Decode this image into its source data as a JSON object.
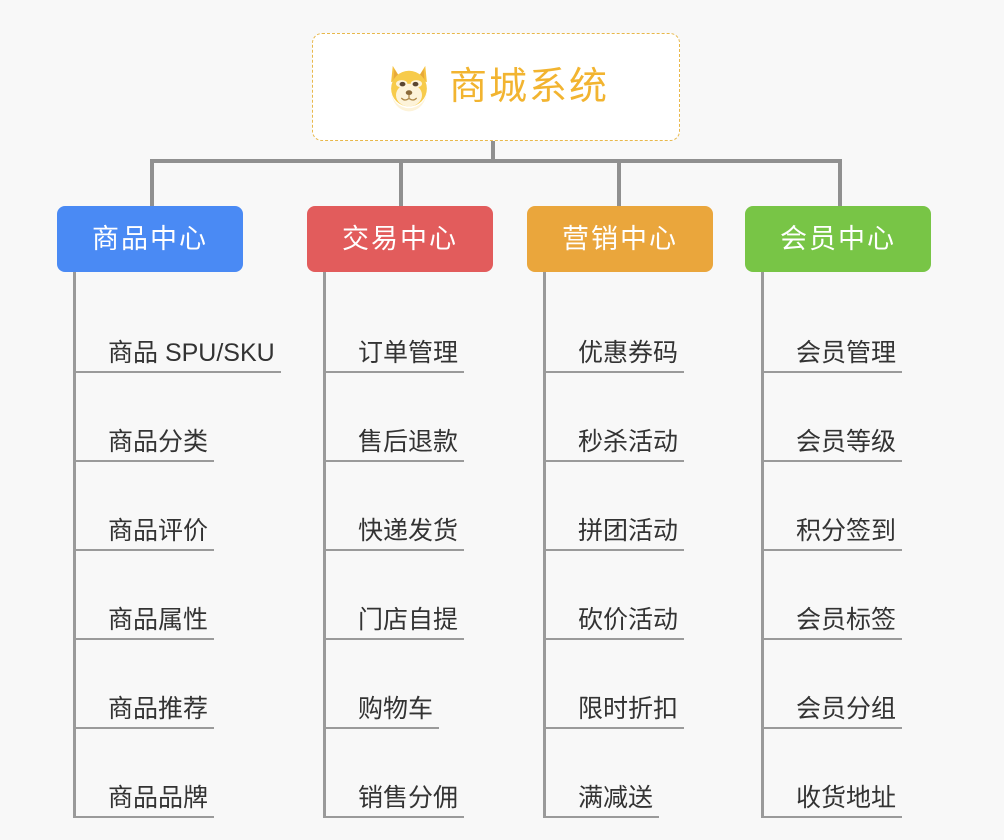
{
  "page": {
    "background_color": "#f8f8f8",
    "line_color": "#9a9a9a",
    "text_color": "#333333"
  },
  "root": {
    "title": "商城系统",
    "icon": "dog-face-emoji",
    "border_color": "#e8b84b",
    "title_color": "#f2b430",
    "background_color": "#ffffff"
  },
  "columns": [
    {
      "category": "商品中心",
      "color": "#4a8af4",
      "items": [
        "商品 SPU/SKU",
        "商品分类",
        "商品评价",
        "商品属性",
        "商品推荐",
        "商品品牌"
      ]
    },
    {
      "category": "交易中心",
      "color": "#e25c5c",
      "items": [
        "订单管理",
        "售后退款",
        "快递发货",
        "门店自提",
        "购物车",
        "销售分佣"
      ]
    },
    {
      "category": "营销中心",
      "color": "#eaa63c",
      "items": [
        "优惠券码",
        "秒杀活动",
        "拼团活动",
        "砍价活动",
        "限时折扣",
        "满减送"
      ]
    },
    {
      "category": "会员中心",
      "color": "#78c546",
      "items": [
        "会员管理",
        "会员等级",
        "积分签到",
        "会员标签",
        "会员分组",
        "收货地址"
      ]
    }
  ]
}
